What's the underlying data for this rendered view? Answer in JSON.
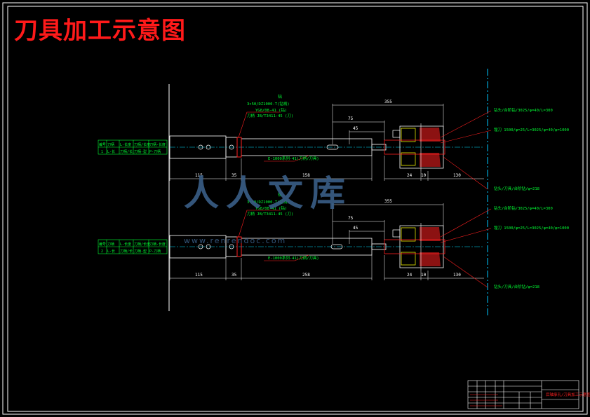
{
  "title": "刀具加工示意图",
  "watermark": {
    "brand": "人人文库",
    "url": "www.renrendoc.com"
  },
  "colors": {
    "background": "#000000",
    "frame": "#ffffff",
    "green": "#00ff33",
    "red": "#ff2020",
    "cyan": "#00e0ff",
    "yellow": "#ffff00"
  },
  "tool_upper": {
    "table": {
      "headers": [
        "编号",
        "刀柄",
        "L-长度",
        "刀柄/长度",
        "刀柄-长度"
      ],
      "row": [
        "1",
        "L-长",
        "刀柄/长",
        "刀柄-型",
        "P-刀柄"
      ]
    },
    "labels": {
      "holder": "钻",
      "spec1": "3×50/DZ1000-T(钻柄)",
      "spec2": "YG8/08-41 (钻)",
      "spec3": "刀柄 JB/T3411-45 (刀)",
      "body": "E-1000系列-41(刀柄/刀具)",
      "callout1": "钻头/台阶钻/3025/φ=40/L=300",
      "callout2": "镗刀 1500/φ=25/L=3025/φ=40/φ=1000",
      "callout3": "钻头/刀具/台阶钻/φ=218"
    },
    "dims": {
      "d1": "115",
      "d2": "35",
      "d3": "158",
      "d4": "355",
      "d5": "75",
      "d6": "45",
      "d7": "24",
      "d8": "10",
      "d9": "130"
    }
  },
  "tool_lower": {
    "table": {
      "headers": [
        "编号",
        "刀柄",
        "L-长度",
        "刀柄/长度",
        "刀柄-长度"
      ],
      "row": [
        "2",
        "L-长",
        "刀柄/长",
        "刀柄-型",
        "P-刀柄"
      ]
    },
    "labels": {
      "holder": "钻",
      "spec1": "3×50/DZ1000-T(钻柄)",
      "spec2": "YG8/08-41 (钻)",
      "spec3": "刀柄 JB/T3411-45 (刀)",
      "body": "E-1000系列-41(刀柄/刀具)",
      "callout1": "钻头/台阶钻/3025/φ=40/L=300",
      "callout2": "镗刀 1500/φ=25/L=3025/φ=40/φ=1000",
      "callout3": "钻头/刀具/台阶钻/φ=218"
    },
    "dims": {
      "d1": "115",
      "d2": "35",
      "d3": "258",
      "d4": "355",
      "d5": "75",
      "d6": "45",
      "d7": "24",
      "d8": "10",
      "d9": "130"
    }
  },
  "title_block": {
    "name": "后轴承孔/刀具加工示意图"
  }
}
